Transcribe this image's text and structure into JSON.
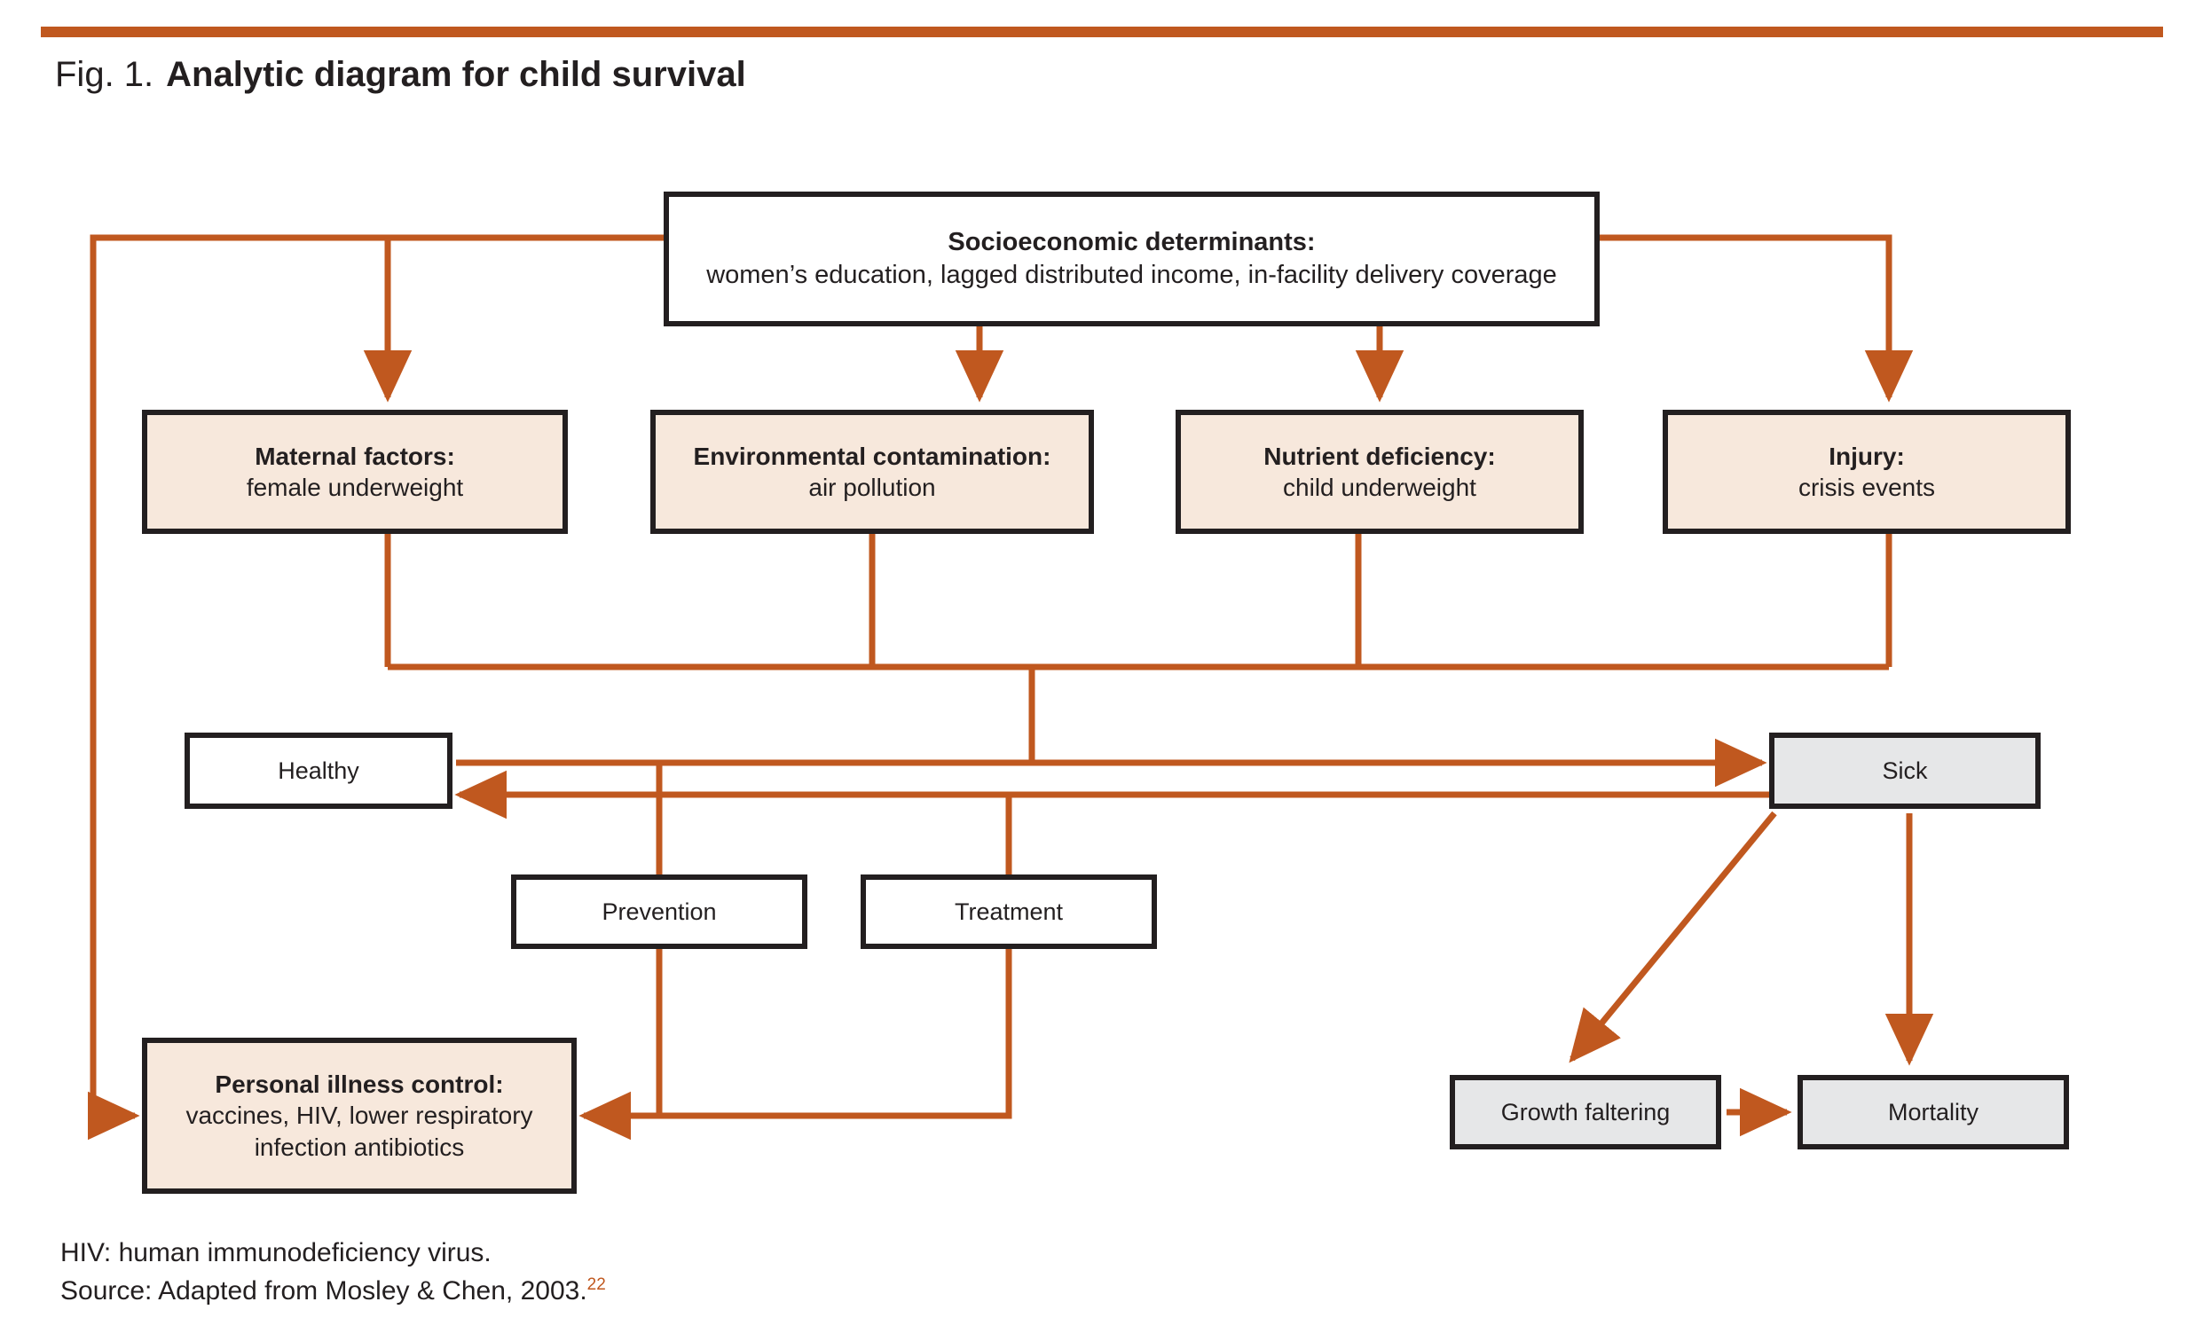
{
  "figure": {
    "label": "Fig. 1.",
    "title": "Analytic diagram for child survival",
    "accent_color": "#C0581F",
    "box_border_color": "#231f20",
    "cream_fill": "#f7e8dc",
    "grey_fill": "#e6e7e8"
  },
  "nodes": {
    "socioeconomic": {
      "title": "Socioeconomic determinants:",
      "subtitle": "women’s education, lagged distributed income, in-facility delivery coverage"
    },
    "maternal": {
      "title": "Maternal factors:",
      "subtitle": "female underweight"
    },
    "environmental": {
      "title": "Environmental contamination:",
      "subtitle": "air pollution"
    },
    "nutrient": {
      "title": "Nutrient deficiency:",
      "subtitle": "child underweight"
    },
    "injury": {
      "title": "Injury:",
      "subtitle": "crisis events"
    },
    "healthy": {
      "label": "Healthy"
    },
    "sick": {
      "label": "Sick"
    },
    "prevention": {
      "label": "Prevention"
    },
    "treatment": {
      "label": "Treatment"
    },
    "personal_illness_control": {
      "title": "Personal illness control:",
      "line2": "vaccines, HIV, lower respiratory",
      "line3": "infection antibiotics"
    },
    "growth_faltering": {
      "label": "Growth faltering"
    },
    "mortality": {
      "label": "Mortality"
    }
  },
  "footnotes": {
    "abbreviation": "HIV: human immunodeficiency virus.",
    "source": "Source: Adapted from Mosley & Chen, 2003.",
    "source_ref": "22"
  },
  "chart_data": {
    "type": "diagram",
    "title": "Analytic diagram for child survival",
    "nodes": [
      "Socioeconomic determinants: women’s education, lagged distributed income, in-facility delivery coverage",
      "Maternal factors: female underweight",
      "Environmental contamination: air pollution",
      "Nutrient deficiency: child underweight",
      "Injury: crisis events",
      "Healthy",
      "Sick",
      "Prevention",
      "Treatment",
      "Personal illness control: vaccines, HIV, lower respiratory infection antibiotics",
      "Growth faltering",
      "Mortality"
    ],
    "edges": [
      [
        "Socioeconomic determinants",
        "Maternal factors"
      ],
      [
        "Socioeconomic determinants",
        "Environmental contamination"
      ],
      [
        "Socioeconomic determinants",
        "Nutrient deficiency"
      ],
      [
        "Socioeconomic determinants",
        "Injury"
      ],
      [
        "Socioeconomic determinants",
        "Personal illness control"
      ],
      [
        "Maternal factors",
        "Healthy/Sick transition"
      ],
      [
        "Environmental contamination",
        "Healthy/Sick transition"
      ],
      [
        "Nutrient deficiency",
        "Healthy/Sick transition"
      ],
      [
        "Injury",
        "Healthy/Sick transition"
      ],
      [
        "Healthy",
        "Sick"
      ],
      [
        "Sick",
        "Healthy"
      ],
      [
        "Prevention",
        "Personal illness control"
      ],
      [
        "Treatment",
        "Personal illness control"
      ],
      [
        "Sick",
        "Growth faltering"
      ],
      [
        "Sick",
        "Mortality"
      ],
      [
        "Growth faltering",
        "Mortality"
      ]
    ]
  }
}
